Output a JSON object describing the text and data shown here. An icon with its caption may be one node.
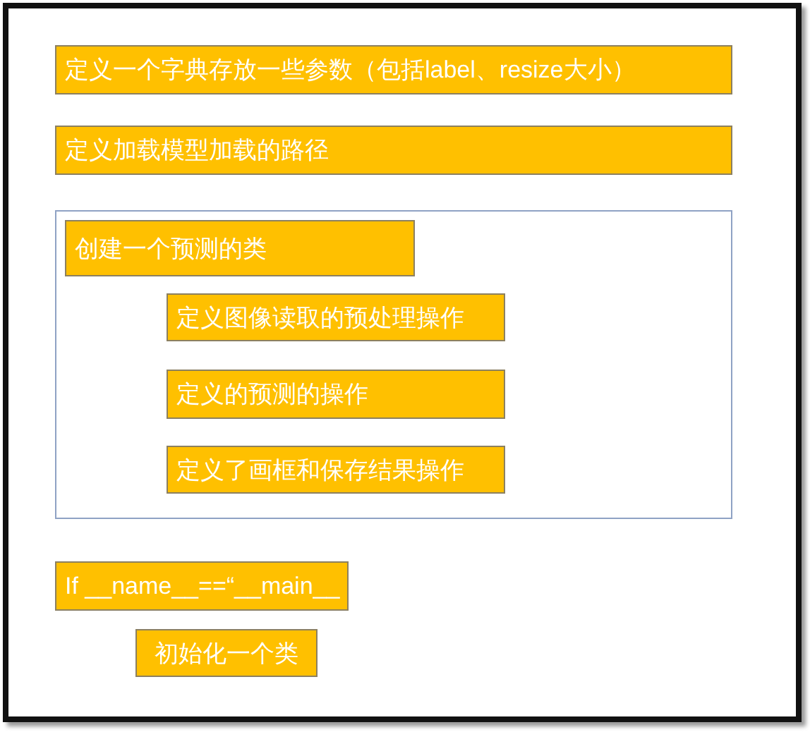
{
  "diagram": {
    "nodes": [
      {
        "text": [
          "定义一个字典存放一些参数（包括label、resize大小）"
        ]
      },
      {
        "text": [
          "定义加载模型加载的路径"
        ]
      },
      {
        "text": [],
        "shape": "box"
      },
      {
        "text": [
          "创建一个预测的类"
        ],
        "in": 2
      },
      {
        "text": [
          "定义图像读取的预处理操作"
        ],
        "in": 2
      },
      {
        "text": [
          "定义的预测的操作"
        ],
        "in": 2
      },
      {
        "text": [
          "定义了画框和保存结果操作"
        ],
        "in": 2
      },
      {
        "text": [
          "If __name__==“__main__"
        ]
      },
      {
        "text": [
          "初始化一个类"
        ]
      }
    ]
  }
}
